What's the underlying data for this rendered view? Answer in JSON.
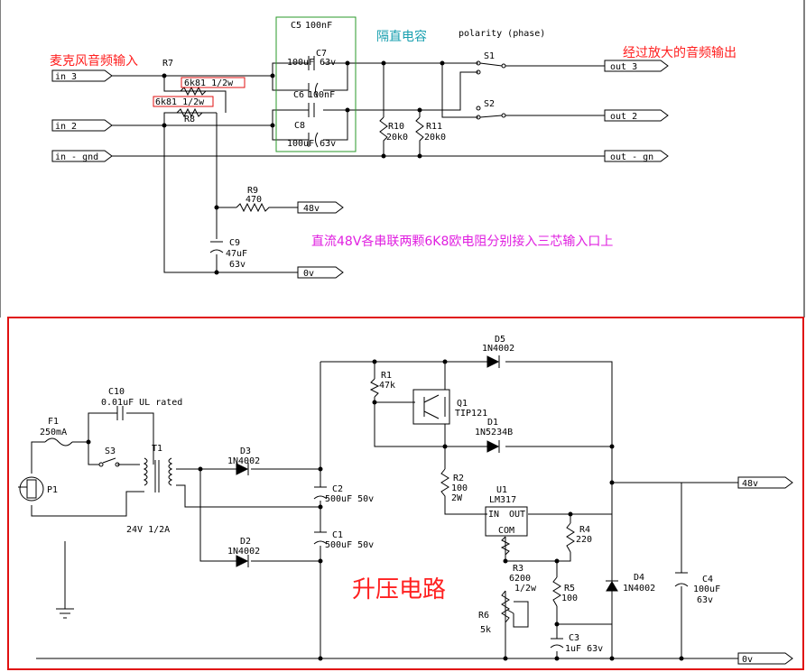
{
  "colors": {
    "wire": "#000000",
    "red_note": "#ff2020",
    "magenta_note": "#e020e0",
    "blue_note": "#1aa0b0",
    "green_box": "#2a9a2a",
    "frame_red": "#e01010"
  },
  "annotations": {
    "mic_input": "麦克风音频输入",
    "dc_block": "隔直电容",
    "polarity": "polarity (phase)",
    "amp_output": "经过放大的音频输出",
    "dc_note": "直流48V各串联两颗6K8欧电阻分别接入三芯输入口上",
    "boost": "升压电路"
  },
  "ports": {
    "in3": "in 3",
    "in2": "in 2",
    "in_gnd": "in - gnd",
    "out3": "out 3",
    "out2": "out 2",
    "out_gnd": "out - gn",
    "v48_top": "48v",
    "v0_top": "0v",
    "v48_bot": "48v",
    "v0_bot": "0v"
  },
  "parts": {
    "r7": "R7",
    "r7_val": "6k81 1/2w",
    "r8": "R8",
    "r8_val": "6k81 1/2w",
    "c5": "C5",
    "c5_val": "100nF",
    "c7": "C7",
    "c7_val": "100uF 63v",
    "c6": "C6",
    "c6_val": "100nF",
    "c8": "C8",
    "c8_val": "100uF 63v",
    "r10": "R10",
    "r10_val": "20k0",
    "r11": "R11",
    "r11_val": "20k0",
    "s1": "S1",
    "s2": "S2",
    "r9": "R9",
    "r9_val": "470",
    "c9": "C9",
    "c9_val1": "47uF",
    "c9_val2": "63v",
    "c10": "C10",
    "c10_val": "0.01uF UL rated",
    "f1": "F1",
    "f1_val": "250mA",
    "s3": "S3",
    "t1": "T1",
    "t1_val": "24V 1/2A",
    "p1": "P1",
    "d3": "D3",
    "d3_val": "1N4002",
    "d2": "D2",
    "d2_val": "1N4002",
    "c2": "C2",
    "c2_val": "500uF 50v",
    "c1": "C1",
    "c1_val": "500uF 50v",
    "r1": "R1",
    "r1_val": "47k",
    "q1": "Q1",
    "q1_val": "TIP121",
    "d5": "D5",
    "d5_val": "1N4002",
    "d1": "D1",
    "d1_val": "1N5234B",
    "r2": "R2",
    "r2_val1": "100",
    "r2_val2": "2W",
    "u1": "U1",
    "u1_val": "LM317",
    "u1_in": "IN",
    "u1_out": "OUT",
    "u1_com": "COM",
    "r4": "R4",
    "r4_val": "220",
    "r3": "R3",
    "r3_val1": "6200",
    "r3_val2": "1/2w",
    "r5": "R5",
    "r5_val": "100",
    "r6": "R6",
    "r6_val": "5k",
    "d4": "D4",
    "d4_val": "1N4002",
    "c3": "C3",
    "c3_val": "1uF 63v",
    "c4": "C4",
    "c4_val1": "100uF",
    "c4_val2": "63v"
  }
}
